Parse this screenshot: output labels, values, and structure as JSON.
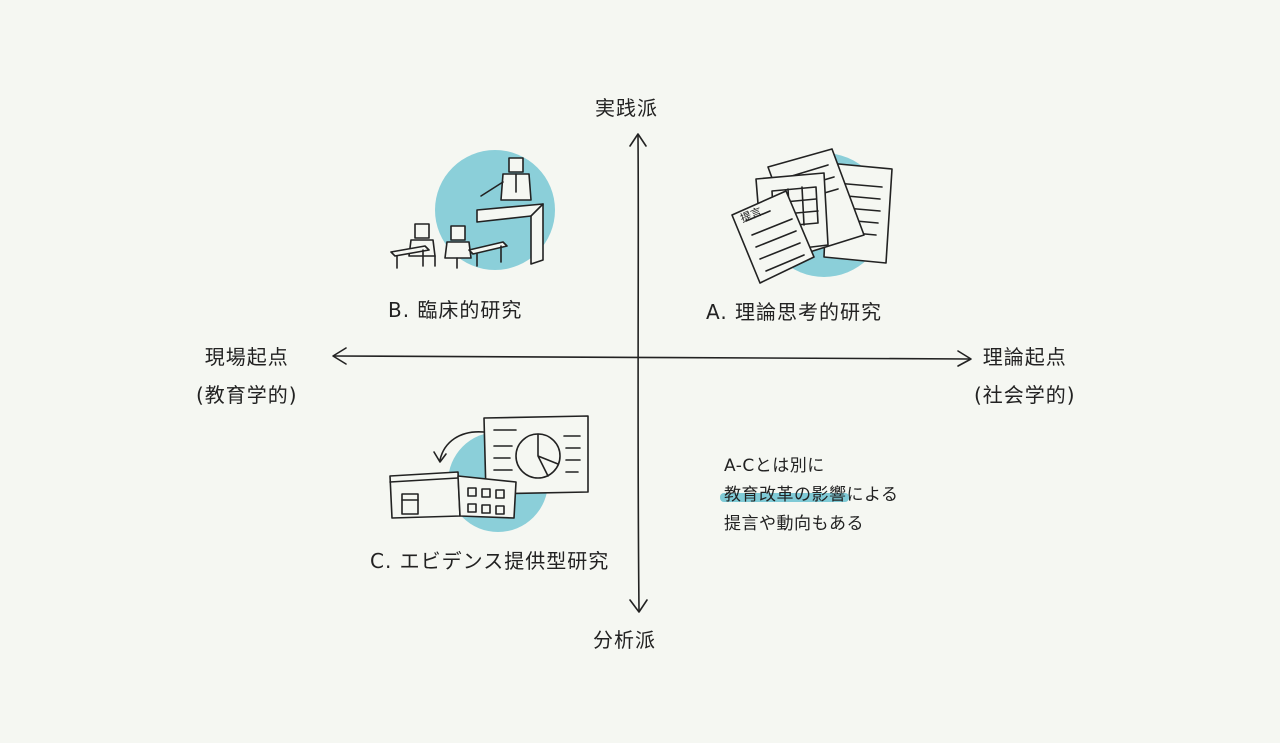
{
  "axes": {
    "top": "実践派",
    "bottom": "分析派",
    "left_line1": "現場起点",
    "left_line2": "(教育学的)",
    "right_line1": "理論起点",
    "right_line2": "(社会学的)"
  },
  "quadrants": {
    "a": {
      "label": "A. 理論思考的研究",
      "icon": "documents-icon"
    },
    "b": {
      "label": "B. 臨床的研究",
      "icon": "classroom-teacher-icon"
    },
    "c": {
      "label": "C. エビデンス提供型研究",
      "icon": "school-chart-icon"
    }
  },
  "document_stamp": "提言",
  "note": {
    "line1": "A-Cとは別に",
    "line2_highlight": "教育改革の影響",
    "line2_rest": "による",
    "line3": "提言や動向もある"
  },
  "colors": {
    "accent": "#7fcad6",
    "ink": "#222222",
    "background": "#f5f7f2"
  }
}
